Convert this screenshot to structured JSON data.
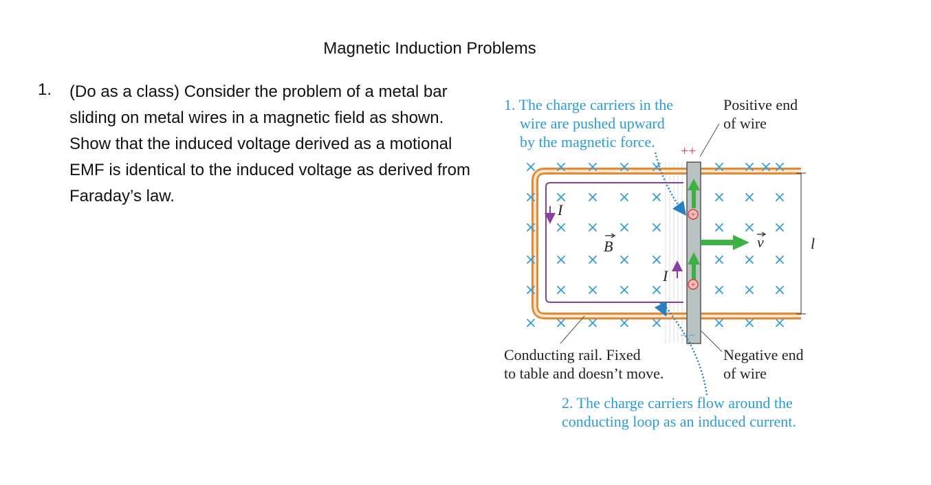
{
  "page": {
    "title": "Magnetic Induction Problems",
    "problem_number": "1.",
    "problem_text": "(Do as a class) Consider the problem of a metal bar sliding on metal wires in a magnetic field as shown. Show that the induced voltage derived as a motional EMF is identical to the induced voltage as derived from Faraday’s law."
  },
  "figure": {
    "callout1": [
      "1. The charge carriers in the",
      "wire are pushed upward",
      "by the magnetic force."
    ],
    "positive_end": [
      "Positive end",
      "of wire"
    ],
    "plus_marks": "++",
    "minus_marks": "– –",
    "rail_label": [
      "Conducting rail. Fixed",
      "to table and doesn’t move."
    ],
    "negative_end": [
      "Negative end",
      "of wire"
    ],
    "callout2": [
      "2. The charge carriers flow around the",
      "conducting loop as an induced current."
    ],
    "current_symbol": "I",
    "field_symbol": "B",
    "velocity_symbol": "v",
    "length_symbol": "l",
    "field_marker": "×",
    "charge_marker": "+",
    "colors": {
      "callout": "#2a9bd6",
      "rail": "#e08a3a",
      "rail_inner": "#fde5c9",
      "bar": "#b9c2c2",
      "arrow": "#3cb043",
      "current_loop": "#8a3fa0",
      "field_x": "#3a9fd8",
      "charge": "#e23a3a"
    }
  }
}
